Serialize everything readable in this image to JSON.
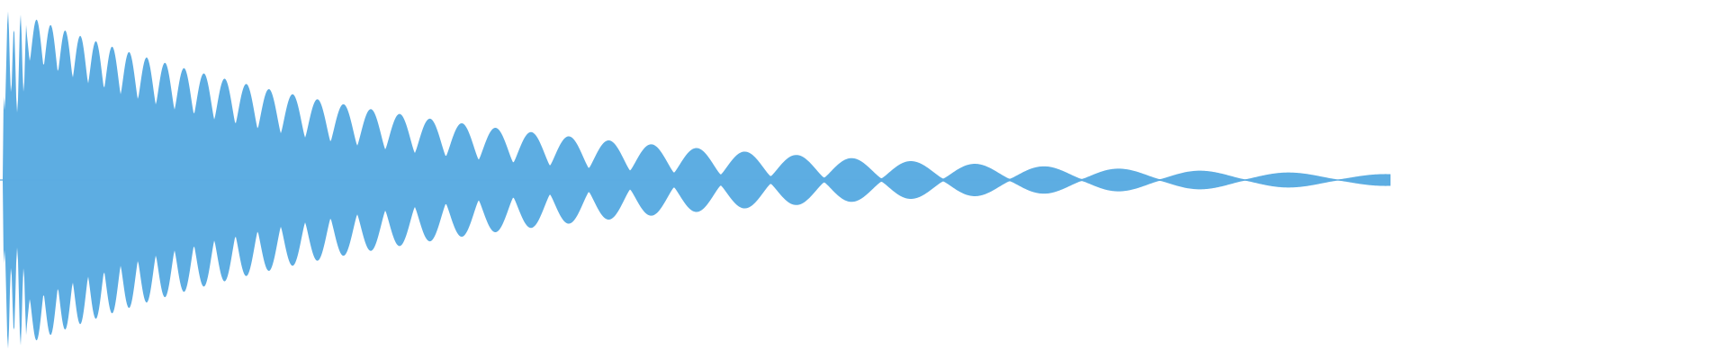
{
  "waveform": {
    "color": "#5dade2",
    "background": "#ffffff",
    "style": "decaying oscillating waveform, mirrored about center line",
    "decay": "exponential",
    "visible_duration_fraction": 0.65
  }
}
